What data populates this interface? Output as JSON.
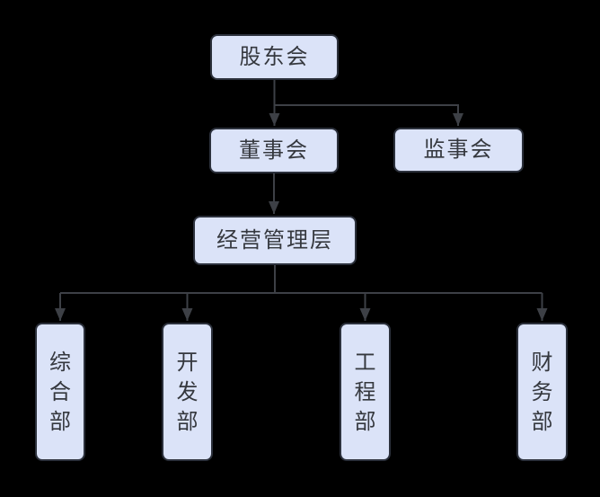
{
  "diagram": {
    "type": "org-chart",
    "background_color": "#000000",
    "node_fill_color": "#dbe3f8",
    "node_border_color": "#2c313c",
    "node_text_color": "#35383e",
    "connector_color": "#3d4046",
    "nodes": {
      "shareholders": {
        "label": "股东会"
      },
      "board": {
        "label": "董事会"
      },
      "supervisory": {
        "label": "监事会"
      },
      "management": {
        "label": "经营管理层"
      },
      "general": {
        "label": "综合部"
      },
      "development": {
        "label": "开发部"
      },
      "engineering": {
        "label": "工程部"
      },
      "finance": {
        "label": "财务部"
      }
    },
    "edges": [
      {
        "from": "股东会",
        "to": "董事会"
      },
      {
        "from": "股东会",
        "to": "监事会"
      },
      {
        "from": "董事会",
        "to": "经营管理层"
      },
      {
        "from": "经营管理层",
        "to": "综合部"
      },
      {
        "from": "经营管理层",
        "to": "开发部"
      },
      {
        "from": "经营管理层",
        "to": "工程部"
      },
      {
        "from": "经营管理层",
        "to": "财务部"
      }
    ]
  }
}
